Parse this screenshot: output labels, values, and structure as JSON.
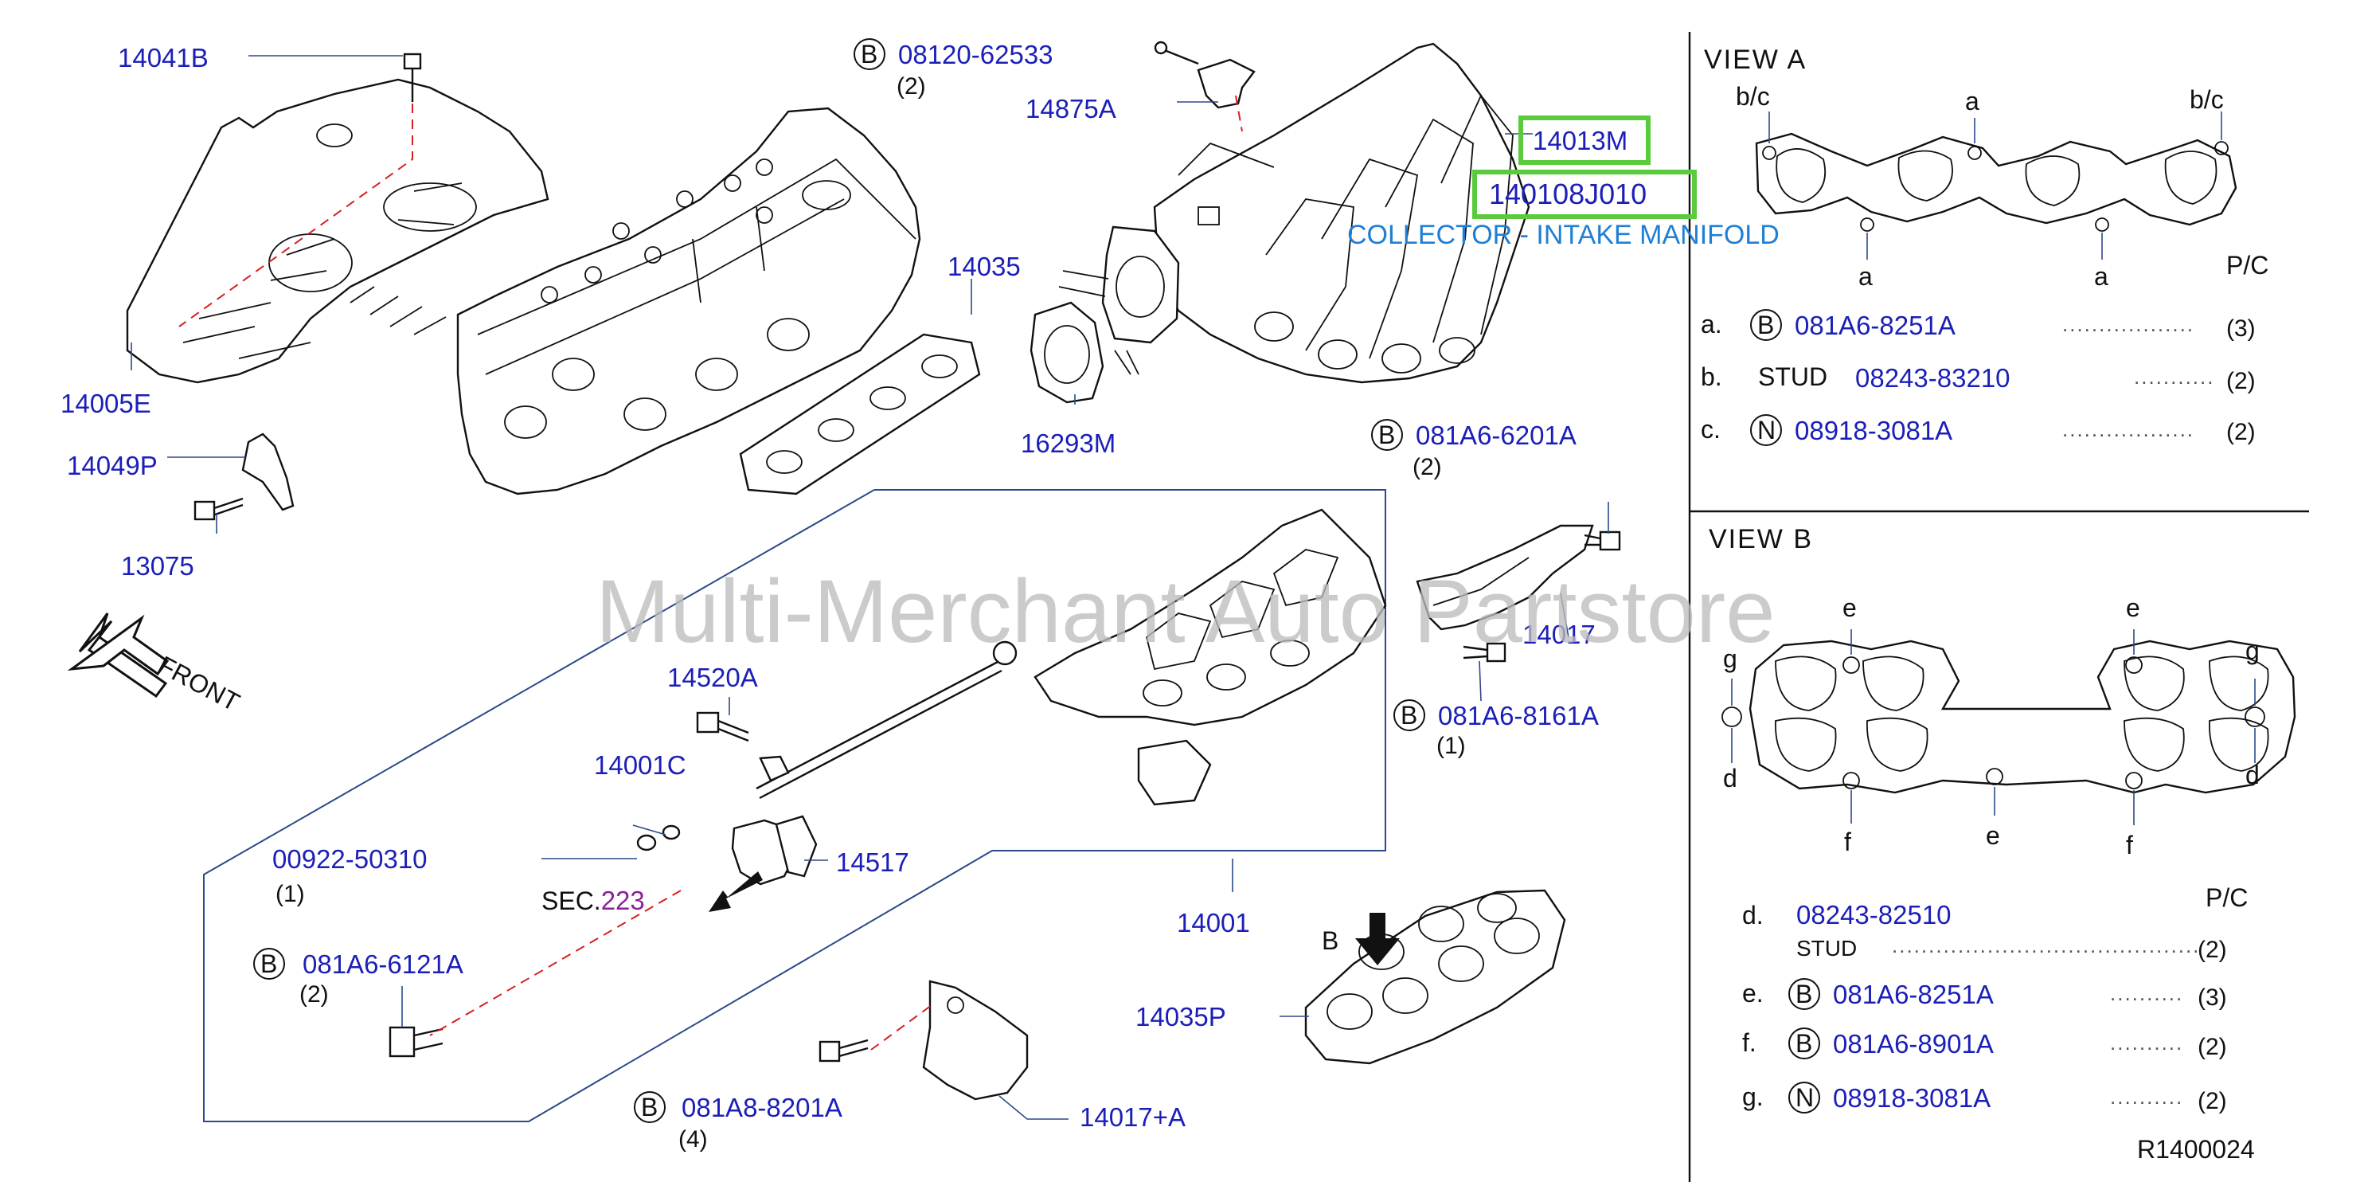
{
  "parts": {
    "p14041B": "14041B",
    "p14005E": "14005E",
    "p14049P": "14049P",
    "p13075": "13075",
    "p08120": "08120-62533",
    "p08120_qty": "(2)",
    "p14875A": "14875A",
    "p14013M": "14013M",
    "p140108J010": "140108J010",
    "collector": "COLLECTOR - INTAKE MANIFOLD",
    "p14035": "14035",
    "p16293M": "16293M",
    "p081A6_6201A": "081A6-6201A",
    "p081A6_6201A_qty": "(2)",
    "p14017": "14017",
    "p081A6_8161A": "081A6-8161A",
    "p081A6_8161A_qty": "(1)",
    "p14520A": "14520A",
    "p14001C": "14001C",
    "p00922": "00922-50310",
    "p00922_qty": "(1)",
    "p14517": "14517",
    "sec_prefix": "SEC.",
    "sec_num": "223",
    "p14001": "14001",
    "p081A6_6121A": "081A6-6121A",
    "p081A6_6121A_qty": "(2)",
    "p081A8_8201A": "081A8-8201A",
    "p081A8_8201A_qty": "(4)",
    "p14017A": "14017+A",
    "p14035P": "14035P",
    "view_b_marker": "B",
    "front": "FRONT",
    "circle_b": "B",
    "circle_n": "N"
  },
  "view_a": {
    "title": "VIEW   A",
    "labels": {
      "bc": "b/c",
      "a": "a"
    },
    "pc": "P/C",
    "rows": [
      {
        "key": "a.",
        "circle": "B",
        "text": "",
        "part": "081A6-8251A",
        "qty": "(3)"
      },
      {
        "key": "b.",
        "circle": "",
        "text": "STUD",
        "part": "08243-83210",
        "qty": "(2)"
      },
      {
        "key": "c.",
        "circle": "N",
        "text": "",
        "part": "08918-3081A",
        "qty": "(2)"
      }
    ]
  },
  "view_b": {
    "title": "VIEW   B",
    "labels": {
      "d": "d",
      "e": "e",
      "f": "f",
      "g": "g"
    },
    "pc": "P/C",
    "rows": [
      {
        "key": "d.",
        "circle": "",
        "part": "08243-82510",
        "sub": "STUD",
        "qty": "(2)"
      },
      {
        "key": "e.",
        "circle": "B",
        "part": "081A6-8251A",
        "qty": "(3)"
      },
      {
        "key": "f.",
        "circle": "B",
        "part": "081A6-8901A",
        "qty": "(2)"
      },
      {
        "key": "g.",
        "circle": "N",
        "part": "08918-3081A",
        "qty": "(2)"
      }
    ]
  },
  "ref_code": "R1400024",
  "watermark": "Multi-Merchant Auto Partstore",
  "colors": {
    "part_number": "#1b1fb8",
    "highlight": "#5acb3c",
    "leader": "#2a4a8a",
    "dashed": "#d62020",
    "section_ref": "#8a1f9a",
    "collector": "#1f7fd4"
  }
}
